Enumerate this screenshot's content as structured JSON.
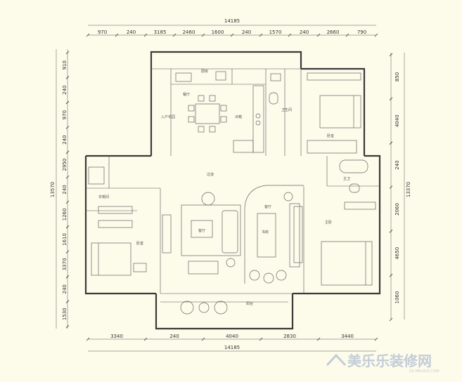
{
  "dimensions": {
    "top_total": "14185",
    "bottom_total": "14185",
    "top_segments": [
      "970",
      "240",
      "3185",
      "2460",
      "1600",
      "240",
      "1570",
      "240",
      "2660",
      "790"
    ],
    "bottom_segments": [
      "3340",
      "240",
      "4040",
      "2830",
      "3440"
    ],
    "left_total": "13570",
    "left_segments": [
      "910",
      "240",
      "970",
      "240",
      "2950",
      "240",
      "1260",
      "1610",
      "3370",
      "240",
      "1530"
    ],
    "right_total": "13370",
    "right_segments": [
      "850",
      "4040",
      "240",
      "2060",
      "4650",
      "1060"
    ]
  },
  "rooms": {
    "kitchen": "厨房",
    "dining": "餐厅",
    "fridge": "冰箱",
    "entry": "入户花园",
    "bath_top": "卫生间",
    "bedroom_top": "卧室",
    "hallway": "过道",
    "living": "客厅",
    "living_sub": "客厅",
    "study": "书房",
    "bedroom_left": "卧室",
    "cloakroom": "衣帽间",
    "bath_right": "主卫",
    "master_bedroom": "主卧",
    "balcony": "阳台"
  },
  "watermark": {
    "logo": "美乐乐装修网",
    "url": "ZX.MEILELE.COM"
  },
  "colors": {
    "background": "#fdfbea",
    "wall": "#3a3a3a",
    "watermark": "#b9c6d6"
  }
}
